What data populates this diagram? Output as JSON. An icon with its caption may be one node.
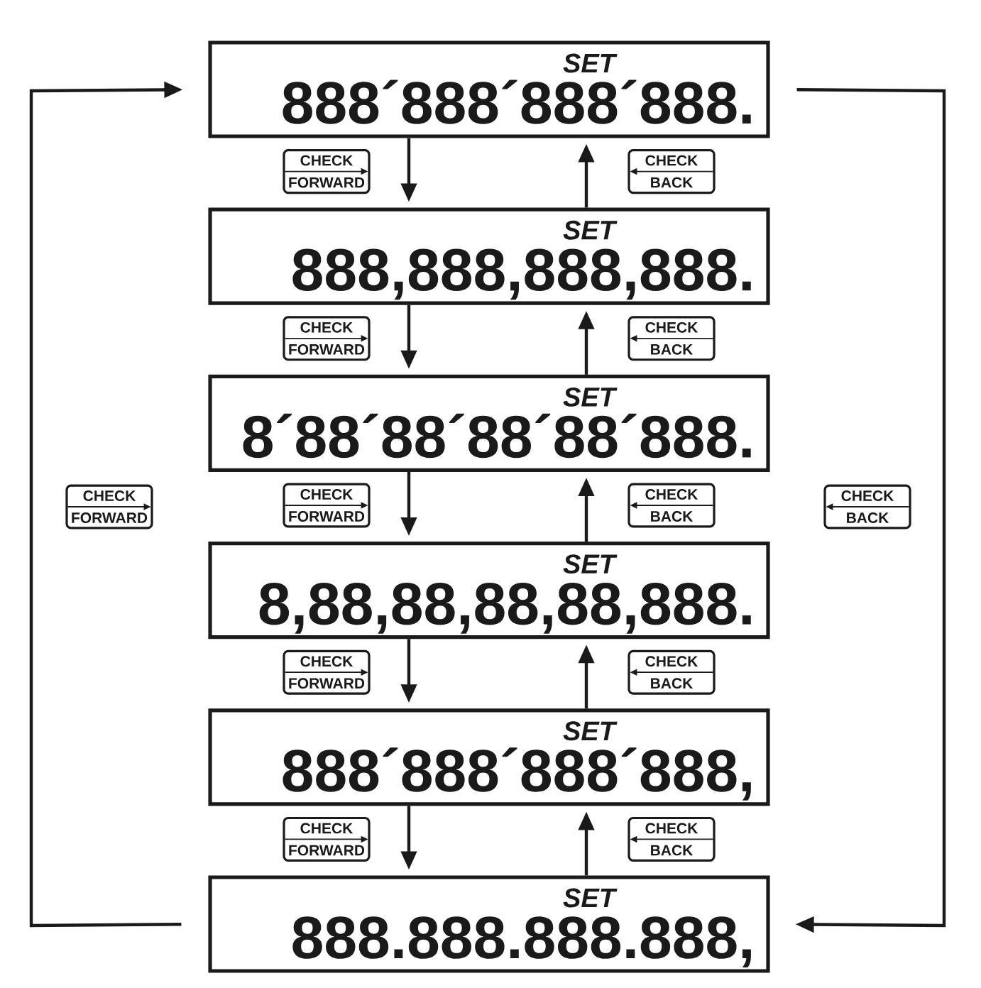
{
  "diagram": {
    "nodes": [
      {
        "text": [
          "SET",
          "888´888´888´888."
        ]
      },
      {
        "text": [
          "SET",
          "888,888,888,888."
        ]
      },
      {
        "text": [
          "SET",
          "8´88´88´88´88´888."
        ]
      },
      {
        "text": [
          "SET",
          "8,88,88,88,88,888."
        ]
      },
      {
        "text": [
          "SET",
          "888´888´888´888,"
        ]
      },
      {
        "text": [
          "SET",
          "888.888.888.888,"
        ]
      }
    ],
    "edges": [
      {
        "from": 0,
        "to": 1,
        "arrow": "to",
        "label": "CHECK FORWARD"
      },
      {
        "from": 1,
        "to": 0,
        "arrow": "to",
        "label": "CHECK BACK"
      },
      {
        "from": 1,
        "to": 2,
        "arrow": "to",
        "label": "CHECK FORWARD"
      },
      {
        "from": 2,
        "to": 1,
        "arrow": "to",
        "label": "CHECK BACK"
      },
      {
        "from": 2,
        "to": 3,
        "arrow": "to",
        "label": "CHECK FORWARD"
      },
      {
        "from": 3,
        "to": 2,
        "arrow": "to",
        "label": "CHECK BACK"
      },
      {
        "from": 3,
        "to": 4,
        "arrow": "to",
        "label": "CHECK FORWARD"
      },
      {
        "from": 4,
        "to": 3,
        "arrow": "to",
        "label": "CHECK BACK"
      },
      {
        "from": 4,
        "to": 5,
        "arrow": "to",
        "label": "CHECK FORWARD"
      },
      {
        "from": 5,
        "to": 4,
        "arrow": "to",
        "label": "CHECK BACK"
      },
      {
        "from": 5,
        "to": 0,
        "arrow": "to",
        "label": "CHECK FORWARD"
      },
      {
        "from": 0,
        "to": 5,
        "arrow": "to",
        "label": "CHECK BACK"
      }
    ]
  }
}
